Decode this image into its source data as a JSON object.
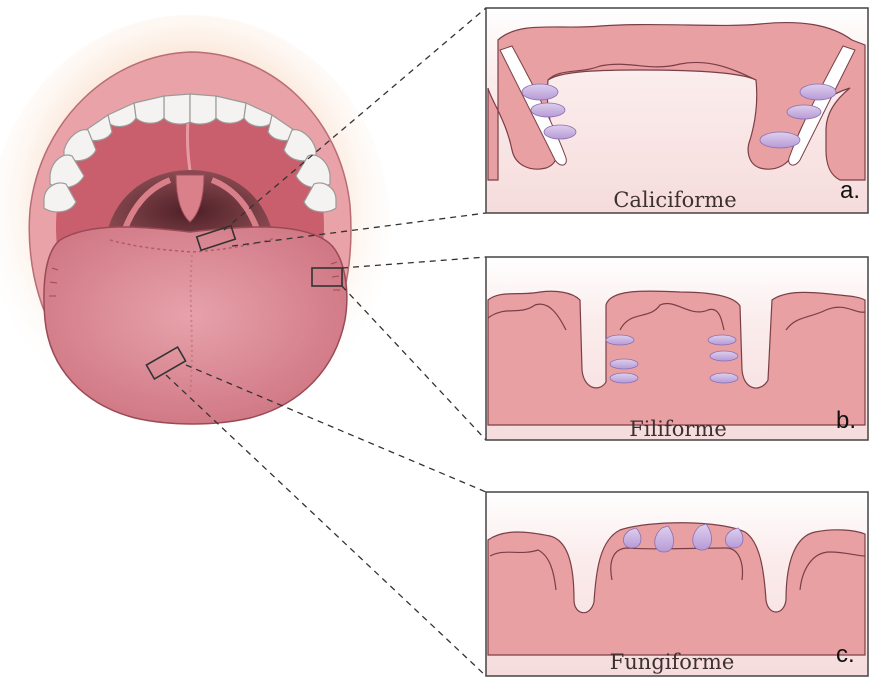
{
  "panels": [
    {
      "name": "Caliciforme",
      "letter": "a."
    },
    {
      "name": "Filiforme",
      "letter": "b."
    },
    {
      "name": "Fungiforme",
      "letter": "c."
    }
  ],
  "colors": {
    "papilla_tissue": "#e8a0a3",
    "papilla_outline": "#7a3f46",
    "panel_background": "#f8e3e3",
    "taste_bud": "#c9b2e0",
    "tongue": "#dc8a93",
    "lips": "#e9a2a7",
    "teeth": "#f4f3f1",
    "throat": "#7a3e45"
  }
}
